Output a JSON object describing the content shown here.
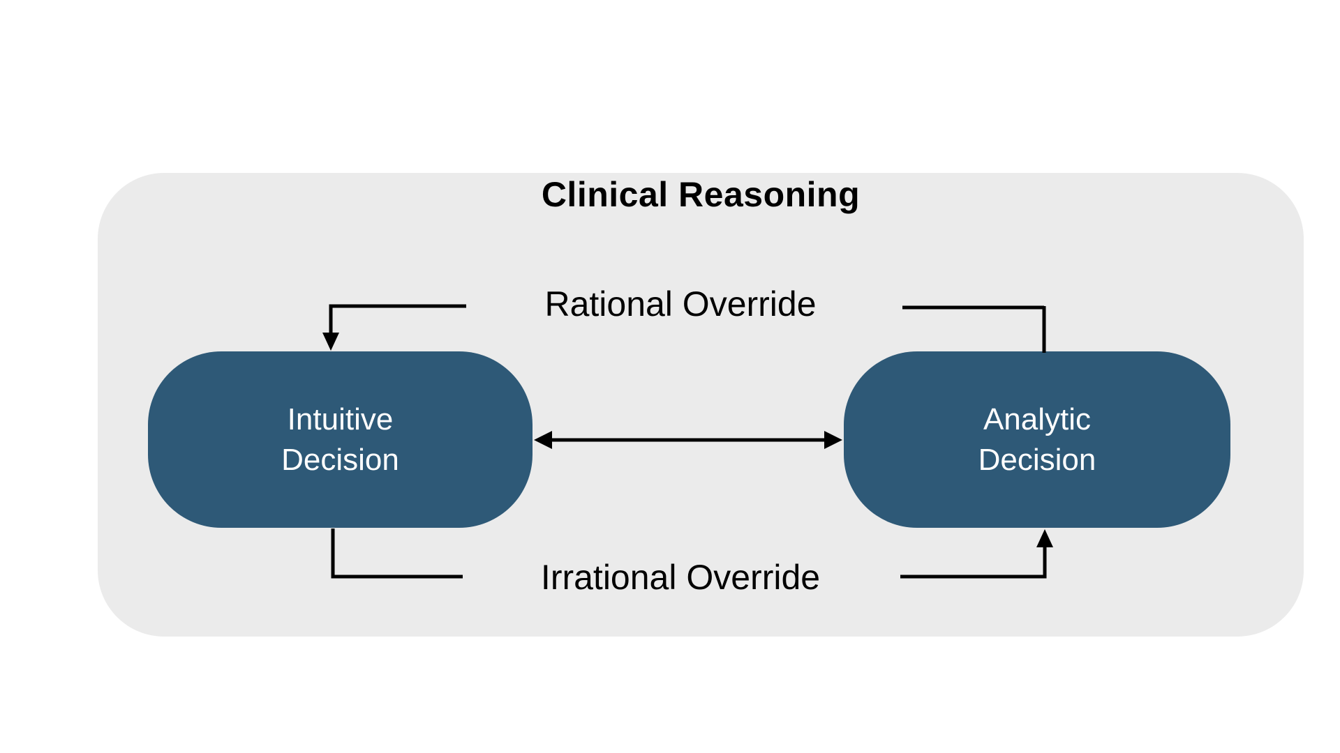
{
  "diagram": {
    "title": "Clinical Reasoning",
    "nodes": [
      {
        "id": "intuitive",
        "label_line1": "Intuitive",
        "label_line2": "Decision"
      },
      {
        "id": "analytic",
        "label_line1": "Analytic",
        "label_line2": "Decision"
      }
    ],
    "edges": [
      {
        "id": "rational-override",
        "label": "Rational Override",
        "from": "analytic",
        "to": "intuitive",
        "style": "elbow-arrow"
      },
      {
        "id": "irrational-override",
        "label": "Irrational Override",
        "from": "intuitive",
        "to": "analytic",
        "style": "elbow-arrow"
      },
      {
        "id": "intuitive-analytic",
        "label": "",
        "from": "intuitive",
        "to": "analytic",
        "style": "double-headed-arrow"
      }
    ],
    "colors": {
      "page_bg": "#FFFFFF",
      "container_bg": "#EBEBEB",
      "node_fill": "#2E5977",
      "node_text": "#FFFFFF",
      "line": "#000000",
      "title_text": "#000000"
    }
  }
}
